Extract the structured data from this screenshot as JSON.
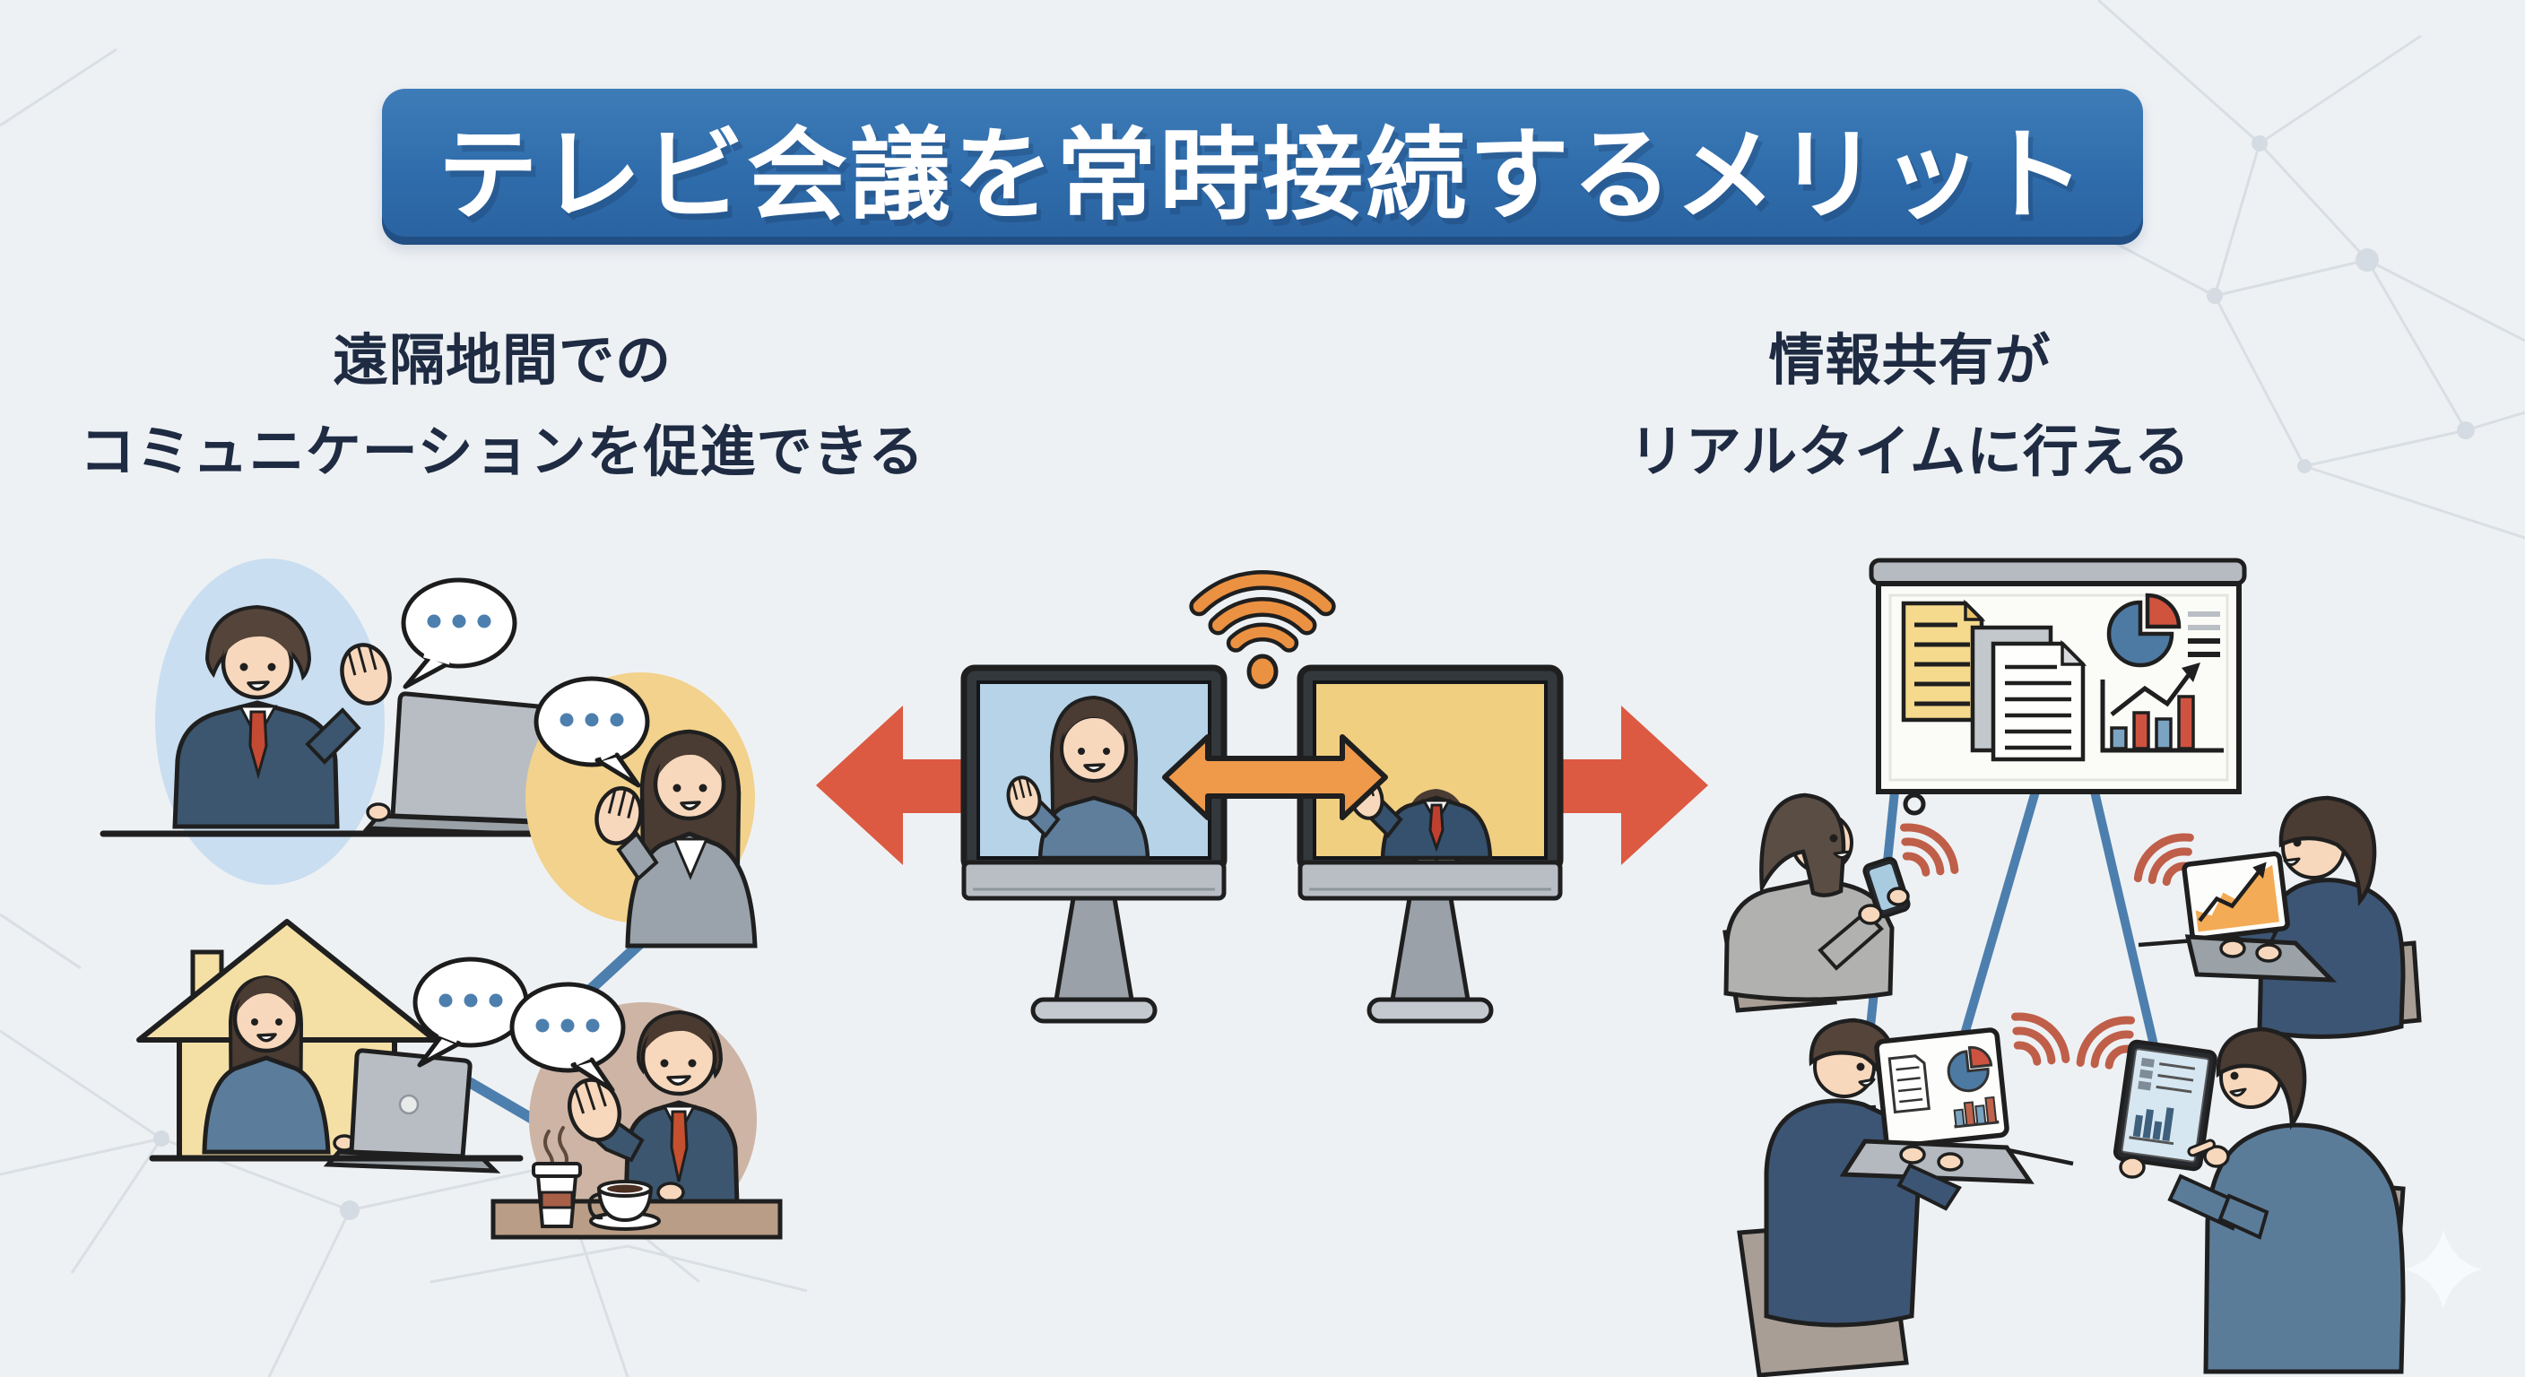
{
  "title": {
    "text": "テレビ会議を常時接続するメリット"
  },
  "sections": {
    "left": {
      "heading_line1": "遠隔地間での",
      "heading_line2": "コミュニケーションを促進できる"
    },
    "right": {
      "heading_line1": "情報共有が",
      "heading_line2": "リアルタイムに行える"
    }
  },
  "colors": {
    "background": "#eef1f4",
    "banner_blue": "#2f6cab",
    "heading_navy": "#1e2b42",
    "connector_blue": "#4d7fae",
    "arrow_red": "#dc5a41",
    "double_arrow_orange": "#ef9a4a",
    "wifi_orange": "#eb9142",
    "signal_wave_red": "#bf5f49",
    "bubble_dot_blue": "#4d7fae",
    "house_yellow": "#f4dfa5",
    "circle_blue": "#c9def0",
    "circle_yellow": "#f2d28c",
    "circle_brown": "#cdb4a5"
  },
  "icons": {
    "wifi_icon": "orange wifi arcs with dot above the two monitors",
    "speech_bubble_icon": "round white bubble with three blue dots (x4)",
    "arrow_left_icon": "large red arrow pointing left",
    "arrow_right_icon": "large red arrow pointing right",
    "double_arrow_icon": "orange double-headed arrow linking both screens",
    "signal_waves_icon": "red wireless arcs (x4)",
    "sparkle_icon": "faint white four-point star bottom-right",
    "network_mesh": "light gray polygonal node mesh in corners"
  },
  "illustration": {
    "left_scene": {
      "figures": [
        "businessman with laptop in blue circle",
        "waving businesswoman in yellow circle",
        "woman with laptop inside a house",
        "businessman waving at cafe table with coffee"
      ],
      "speech_bubble_count": 4
    },
    "center_scene": {
      "monitors": [
        {
          "screen_bg": "#b6d3e8",
          "person": "waving woman"
        },
        {
          "screen_bg": "#f1cf81",
          "person": "waving man in suit"
        }
      ]
    },
    "right_scene": {
      "board_contents": [
        "stacked documents",
        "pie chart",
        "rising bar chart with arrow"
      ],
      "figures": [
        "woman with smartphone",
        "man with laptop showing growth chart",
        "man with laptop showing documents",
        "man with tablet"
      ]
    }
  }
}
